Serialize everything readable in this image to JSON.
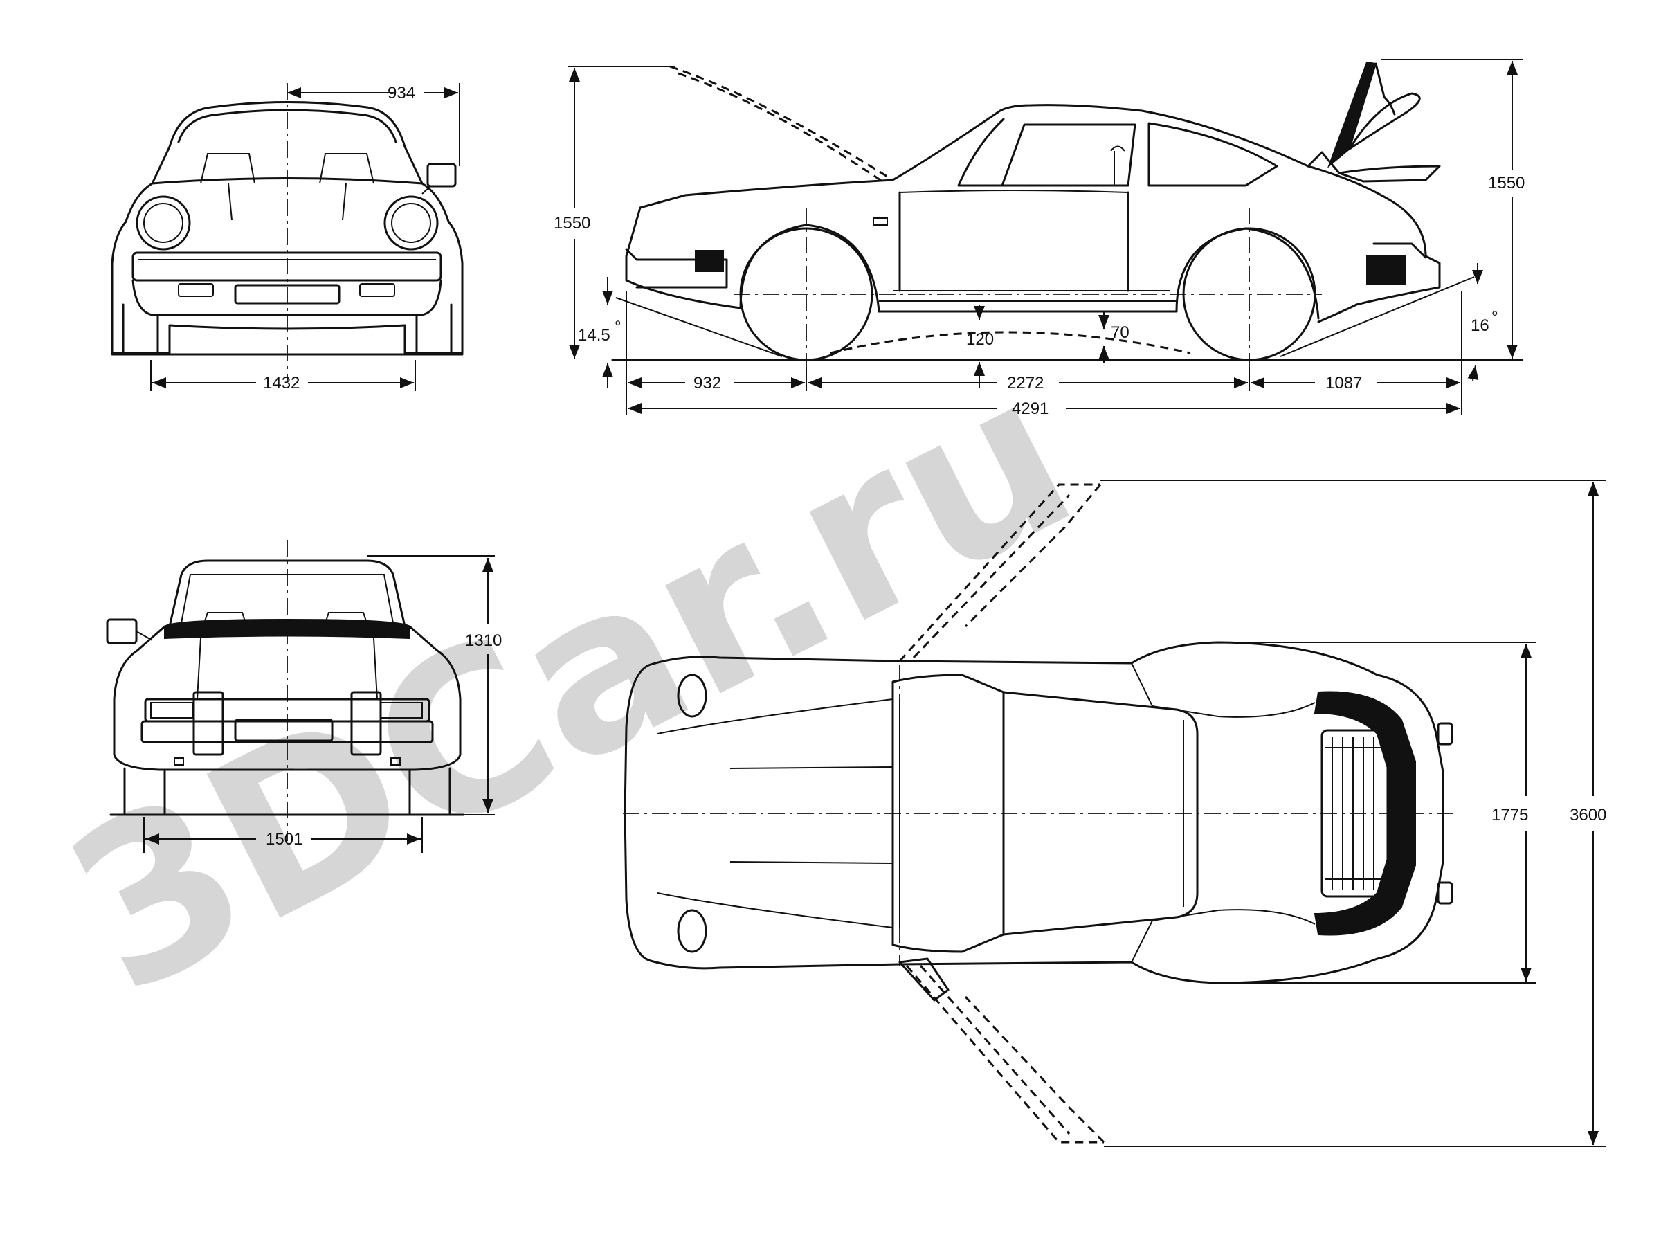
{
  "watermark": {
    "text": "3DCar.ru",
    "color": "#d6d6d6"
  },
  "front_view": {
    "half_mirror_offset": "934",
    "front_track": "1432"
  },
  "rear_view": {
    "height": "1310",
    "rear_track": "1501"
  },
  "side_view": {
    "overall_height_front": "1550",
    "overall_height_rear": "1550",
    "approach_angle": "14.5",
    "departure_angle": "16",
    "ground_clearance_center": "120",
    "ground_clearance_rear": "70",
    "front_overhang": "932",
    "wheelbase": "2272",
    "rear_overhang": "1087",
    "overall_length": "4291",
    "degree_symbol": "°"
  },
  "top_view": {
    "overall_width": "1775",
    "width_doors_open": "3600"
  },
  "line_color": "#111111"
}
